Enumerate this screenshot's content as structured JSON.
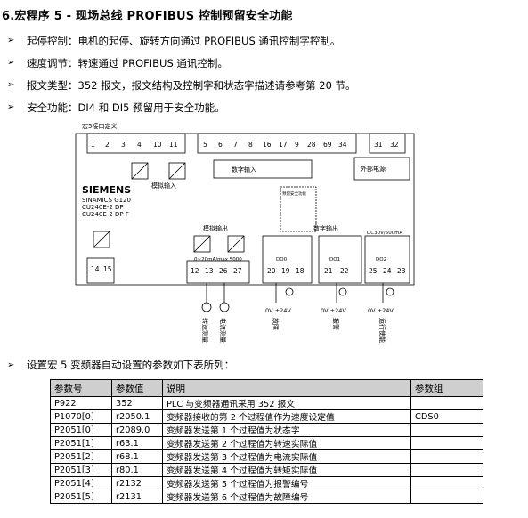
{
  "title": "6.宏程序 5 - 现场总线 PROFIBUS 控制预留安全功能",
  "bullets": [
    "起停控制：电机的起停、旋转方向通过 PROFIBUS 通讯控制字控制。",
    "速度调节：转速通过 PROFIBUS 通讯控制。",
    "报文类型：352 报文，报文结构及控制字和状态字描述请参考第 20 节。",
    "安全功能：DI4 和 DI5 预留用于安全功能。"
  ],
  "diagram": {
    "macro_label": "宏5接口定义",
    "analog_input_label": "模拟输入",
    "digital_input_label": "数字输入",
    "ext_power_label": "外部电源",
    "analog_output_label": "模拟输出",
    "digital_output_label": "数字输出",
    "brand": "SIEMENS",
    "model_lines": [
      "SINAMICS G120",
      "CU240E-2 DP",
      "CU240E-2 DP F"
    ],
    "ao_range": "0~20mA/max.5000",
    "do_rating": "DC30V/500mA",
    "top_terms_left": [
      "1",
      "2",
      "3",
      "4",
      "10",
      "11"
    ],
    "top_terms_mid": [
      "5",
      "6",
      "7",
      "8",
      "16",
      "17",
      "9",
      "28",
      "69",
      "34"
    ],
    "top_terms_right": [
      "31",
      "32"
    ],
    "bottom_terms_left": [
      "14",
      "15"
    ],
    "bottom_terms_ao": [
      "12",
      "13",
      "26",
      "27"
    ],
    "bottom_terms_do": [
      "20",
      "19",
      "18",
      "21",
      "22",
      "25",
      "24",
      "23"
    ],
    "do_labels": [
      "DO0",
      "DO1",
      "DO2"
    ],
    "v24": "0V +24V",
    "speed_meter": "转速测量",
    "current_meter": "电流测量",
    "fault": "故障",
    "alarm": "报警",
    "running": "运行使能",
    "safety_box": "预留安全功能"
  },
  "params_intro": "设置宏 5 变频器自动设置的参数如下表所列：",
  "table": {
    "headers": [
      "参数号",
      "参数值",
      "说明",
      "参数组"
    ],
    "rows": [
      [
        "P922",
        "352",
        "PLC 与变频器通讯采用 352 报文",
        ""
      ],
      [
        "P1070[0]",
        "r2050.1",
        "变频器接收的第 2 个过程值作为速度设定值",
        "CDS0"
      ],
      [
        "P2051[0]",
        "r2089.0",
        "变频器发送第 1 个过程值为状态字",
        ""
      ],
      [
        "P2051[1]",
        "r63.1",
        "变频器发送第 2 个过程值为转速实际值",
        ""
      ],
      [
        "P2051[2]",
        "r68.1",
        "变频器发送第 3 个过程值为电流实际值",
        ""
      ],
      [
        "P2051[3]",
        "r80.1",
        "变频器发送第 4 个过程值为转矩实际值",
        ""
      ],
      [
        "P2051[4]",
        "r2132",
        "变频器发送第 5 个过程值为报警编号",
        ""
      ],
      [
        "P2051[5]",
        "r2131",
        "变频器发送第 6 个过程值为故障编号",
        ""
      ]
    ]
  }
}
